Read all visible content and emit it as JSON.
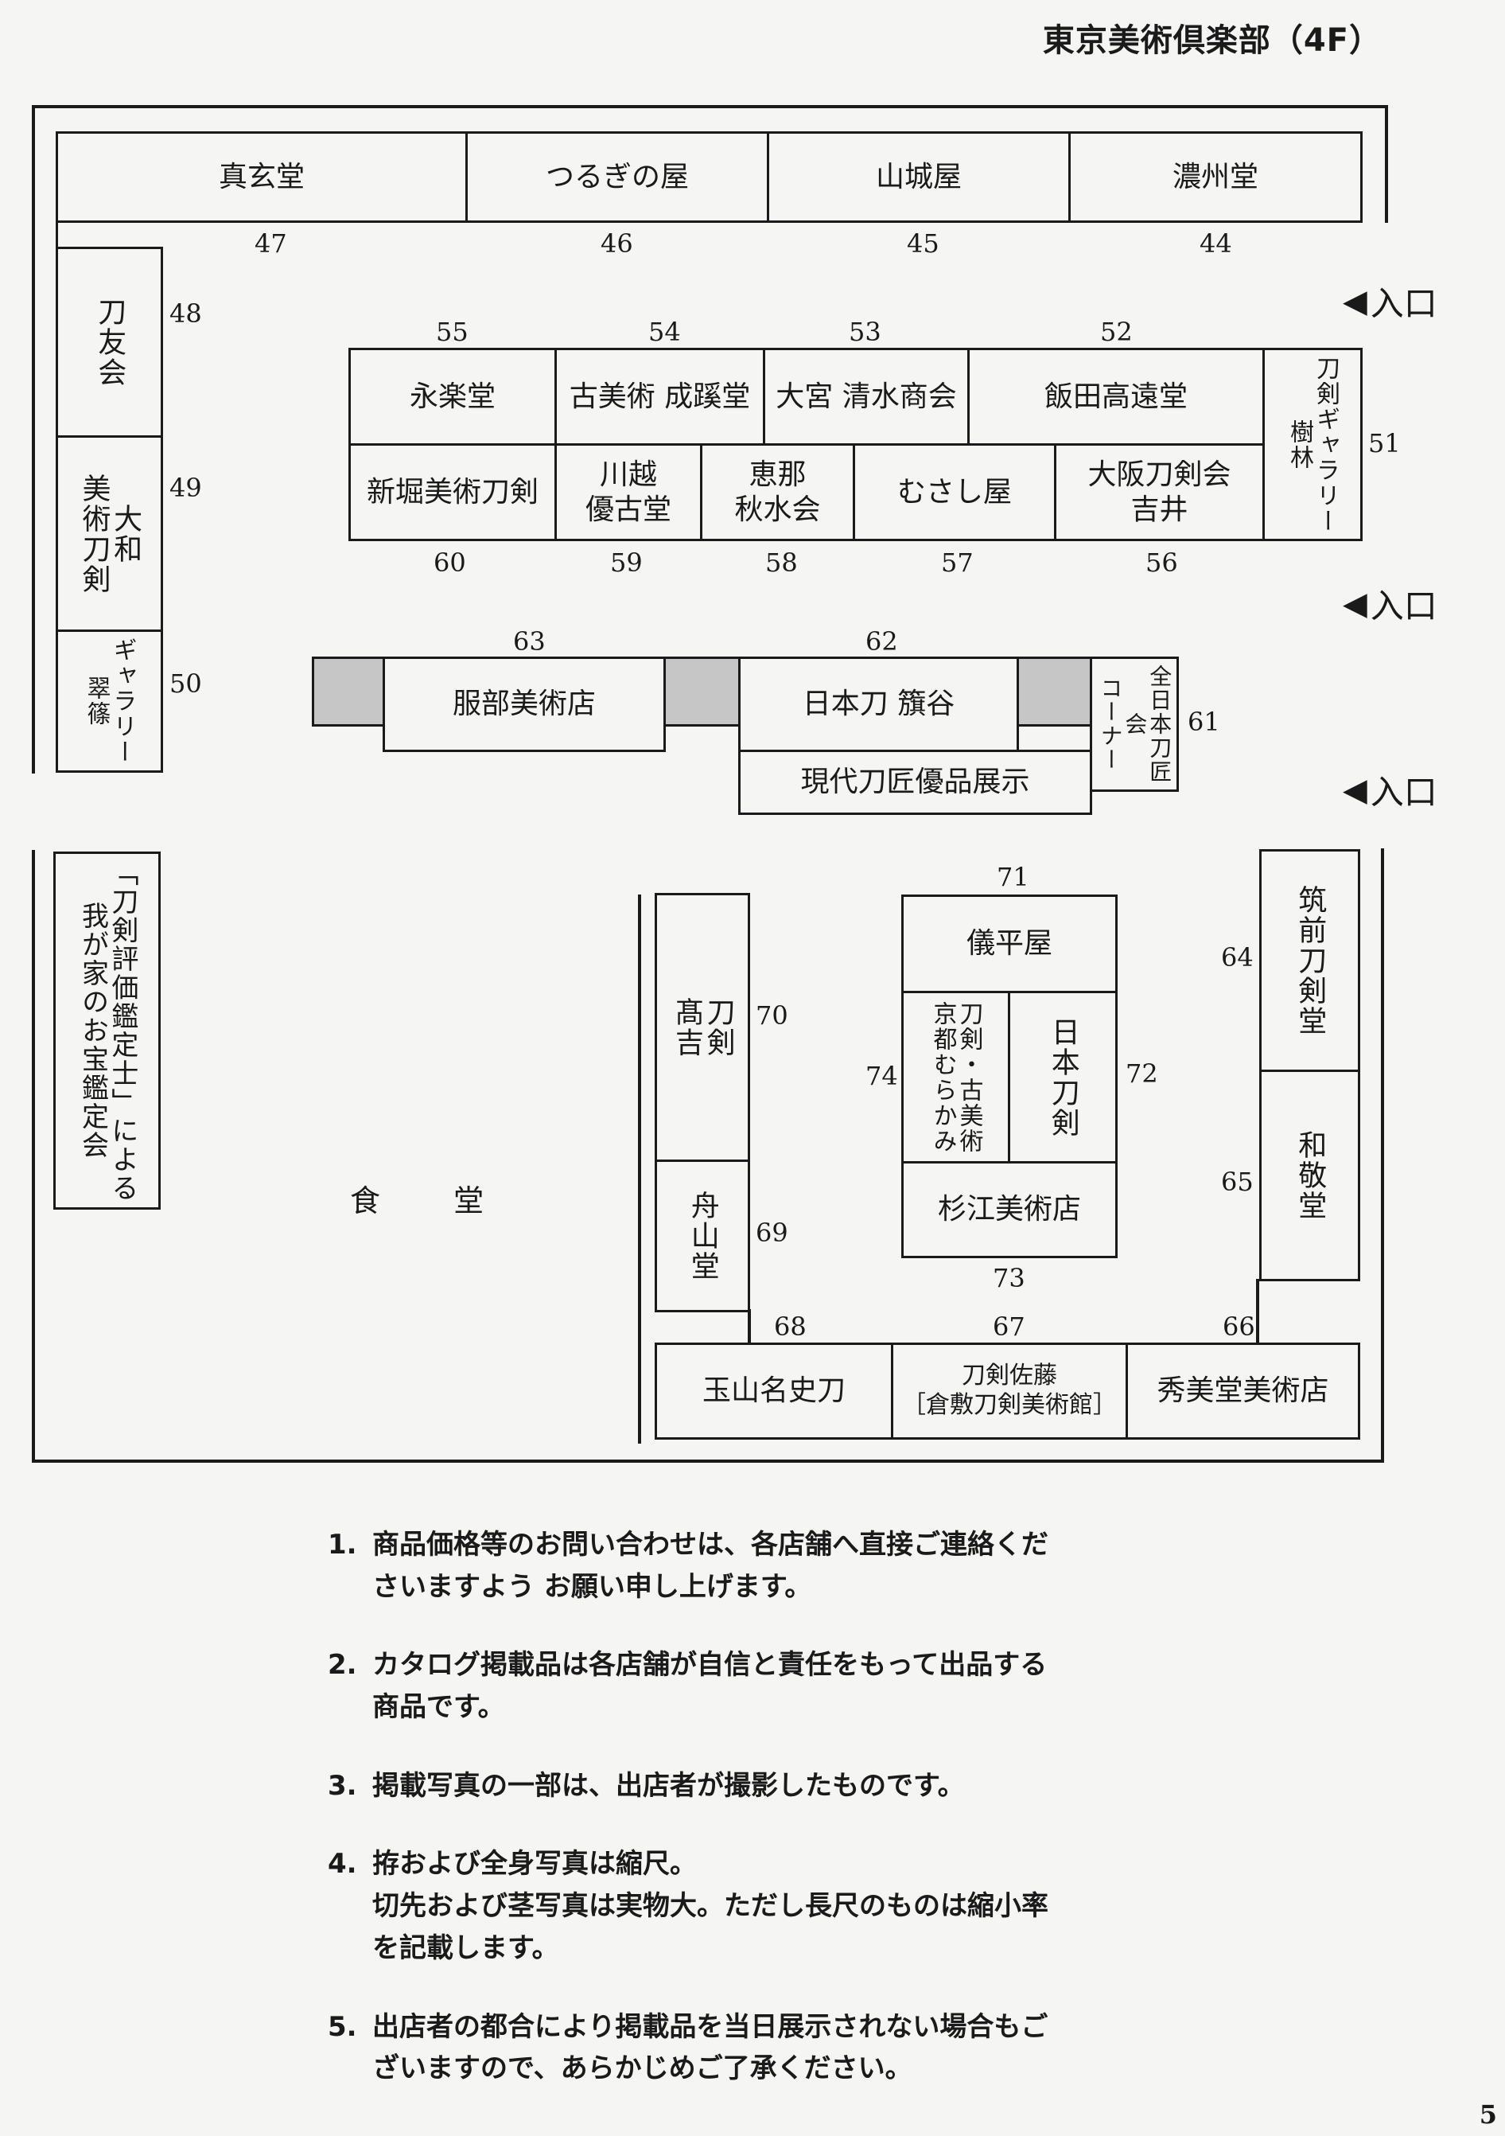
{
  "header": {
    "title": "東京美術倶楽部（4F）"
  },
  "entrance": {
    "label": "入口"
  },
  "dining": {
    "label": "食 堂"
  },
  "booths": {
    "b43": "真玄堂",
    "b46": "つるぎの屋",
    "b45": "山城屋",
    "b44": "濃州堂",
    "b48": "刀友会",
    "b49": "大和\n美術刀剣",
    "b50": "ギャラリー\n翠篠",
    "b55": "永楽堂",
    "b54": "古美術 成蹊堂",
    "b53": "大宮 清水商会",
    "b52": "飯田高遠堂",
    "b51": "刀剣ギャラリー\n樹林",
    "b60": "新堀美術刀剣",
    "b59": "川越\n優古堂",
    "b58": "恵那\n秋水会",
    "b57": "むさし屋",
    "b56": "大阪刀剣会\n吉井",
    "b63": "服部美術店",
    "b62": "日本刀 籏谷",
    "b62b": "現代刀匠優品展示",
    "b61": "全日本刀匠会\nコーナー",
    "hyoka": "「刀剣評価鑑定士」による\n我が家のお宝鑑定会",
    "b70": "刀剣\n髙吉",
    "b69": "舟山堂",
    "b71": "儀平屋",
    "b74": "刀剣・古美術\n京都むらかみ",
    "b72": "日本刀剣",
    "b73": "杉江美術店",
    "b64": "筑前刀剣堂",
    "b65": "和敬堂",
    "b68": "玉山名史刀",
    "b67": "刀剣佐藤\n［倉敷刀剣美術館］",
    "b66": "秀美堂美術店"
  },
  "numbers": {
    "n47": "47",
    "n46": "46",
    "n45": "45",
    "n44": "44",
    "n48": "48",
    "n49": "49",
    "n50": "50",
    "n55": "55",
    "n54": "54",
    "n53": "53",
    "n52": "52",
    "n51": "51",
    "n60": "60",
    "n59": "59",
    "n58": "58",
    "n57": "57",
    "n56": "56",
    "n63": "63",
    "n62": "62",
    "n61": "61",
    "n71": "71",
    "n70": "70",
    "n74": "74",
    "n72": "72",
    "n69": "69",
    "n73": "73",
    "n64": "64",
    "n65": "65",
    "n68": "68",
    "n67": "67",
    "n66": "66"
  },
  "notes": [
    {
      "num": "1.",
      "text": "商品価格等のお問い合わせは、各店舗へ直接ご連絡くだ\nさいますよう お願い申し上げます。"
    },
    {
      "num": "2.",
      "text": "カタログ掲載品は各店舗が自信と責任をもって出品する\n商品です。"
    },
    {
      "num": "3.",
      "text": "掲載写真の一部は、出店者が撮影したものです。"
    },
    {
      "num": "4.",
      "text": "拵および全身写真は縮尺。\n切先および茎写真は実物大。ただし長尺のものは縮小率\nを記載します。"
    },
    {
      "num": "5.",
      "text": "出店者の都合により掲載品を当日展示されない場合もご\nざいますので、あらかじめご了承ください。"
    }
  ],
  "page": {
    "number": "5"
  }
}
